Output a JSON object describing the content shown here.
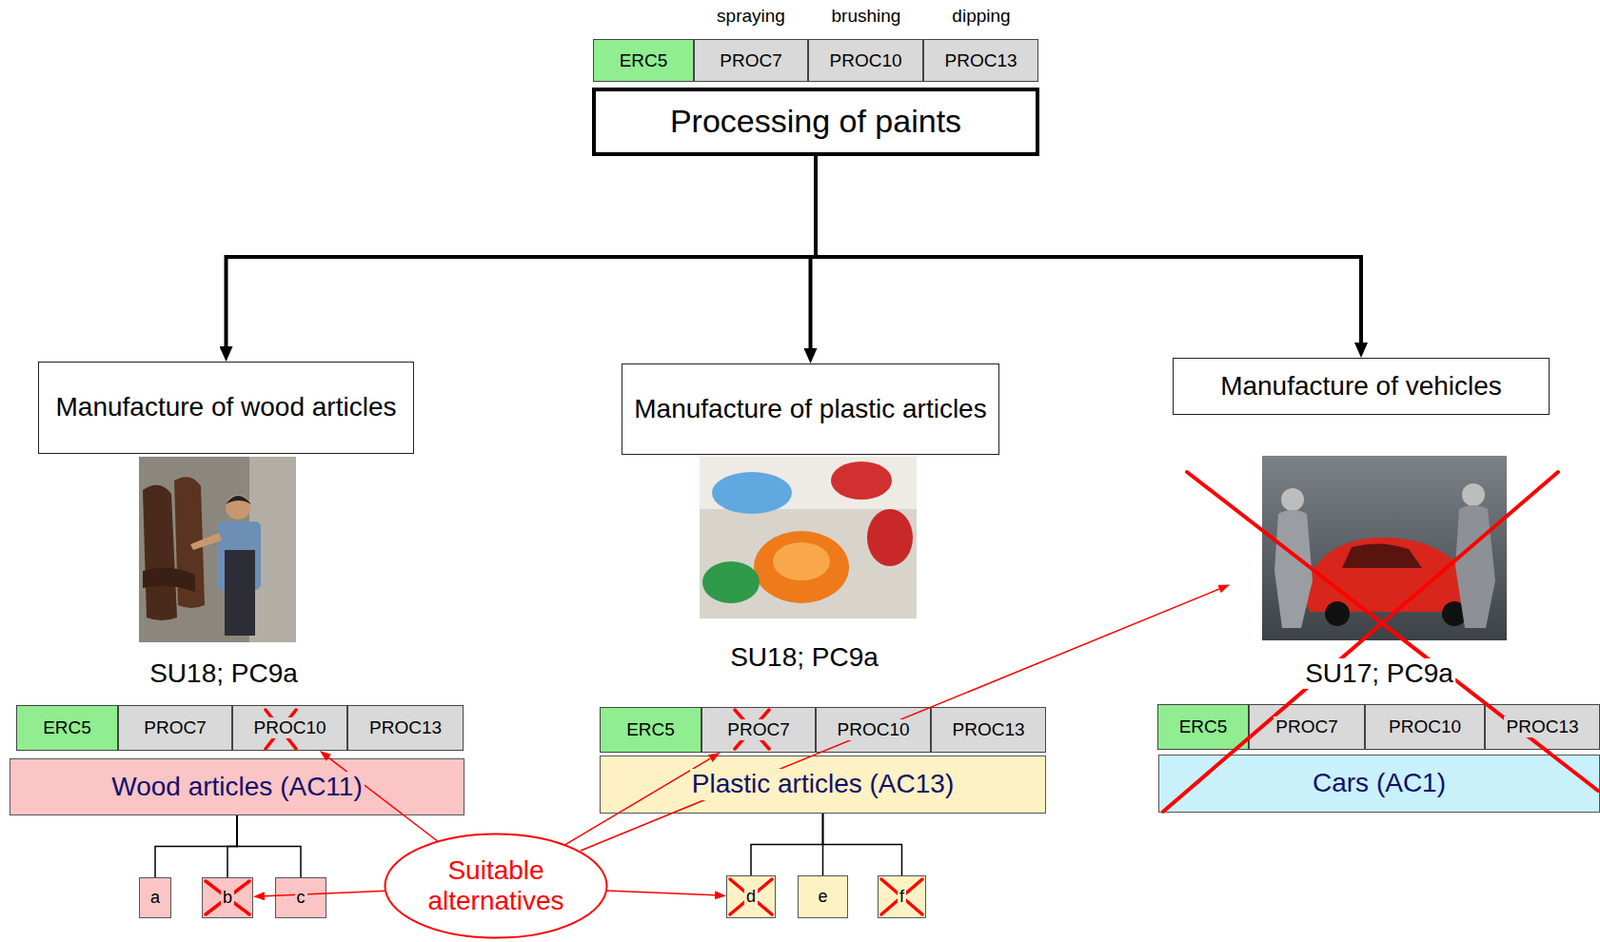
{
  "diagram": {
    "nodes": [
      {
        "text": [
          "ERC5"
        ]
      },
      {
        "text": [
          "PROC7"
        ]
      },
      {
        "text": [
          "PROC10"
        ]
      },
      {
        "text": [
          "PROC13"
        ]
      },
      {
        "text": [
          "Processing of paints"
        ]
      },
      {
        "text": [
          "Manufacture of wood articles"
        ]
      },
      {
        "text": [
          "Manufacture of plastic articles"
        ]
      },
      {
        "text": [
          "Manufacture of vehicles"
        ]
      },
      {
        "text": [
          "ERC5"
        ]
      },
      {
        "text": [
          "PROC7"
        ]
      },
      {
        "text": [
          "PROC10"
        ]
      },
      {
        "text": [
          "PROC13"
        ]
      },
      {
        "text": [
          "Wood articles (AC11)"
        ]
      },
      {
        "text": [
          "ERC5"
        ]
      },
      {
        "text": [
          "PROC7"
        ]
      },
      {
        "text": [
          "PROC10"
        ]
      },
      {
        "text": [
          "PROC13"
        ]
      },
      {
        "text": [
          "Plastic articles (AC13)"
        ]
      },
      {
        "text": [
          "ERC5"
        ]
      },
      {
        "text": [
          "PROC7"
        ]
      },
      {
        "text": [
          "PROC10"
        ]
      },
      {
        "text": [
          "PROC13"
        ]
      },
      {
        "text": [
          "Cars (AC1)"
        ]
      },
      {
        "text": [
          "a"
        ]
      },
      {
        "text": [
          "b"
        ]
      },
      {
        "text": [
          "c"
        ]
      },
      {
        "text": [
          "Suitable alternatives"
        ]
      },
      {
        "text": [
          "d"
        ]
      },
      {
        "text": [
          "e"
        ]
      },
      {
        "text": [
          "f"
        ]
      }
    ],
    "edges": [
      {
        "from": 4,
        "to": 5,
        "arrow": "to"
      },
      {
        "from": 4,
        "to": 6,
        "arrow": "to"
      },
      {
        "from": 4,
        "to": 7,
        "arrow": "to"
      },
      {
        "from": 12,
        "to": 23,
        "arrow": "none"
      },
      {
        "from": 12,
        "to": 24,
        "arrow": "none"
      },
      {
        "from": 12,
        "to": 25,
        "arrow": "none"
      },
      {
        "from": 17,
        "to": 27,
        "arrow": "none"
      },
      {
        "from": 17,
        "to": 28,
        "arrow": "none"
      },
      {
        "from": 17,
        "to": 29,
        "arrow": "none"
      },
      {
        "from": 26,
        "to": 10,
        "arrow": "to"
      },
      {
        "from": 26,
        "to": 24,
        "arrow": "to"
      },
      {
        "from": 26,
        "to": 14,
        "arrow": "to"
      },
      {
        "from": 26,
        "to": 27,
        "arrow": "to"
      }
    ],
    "labels": [
      "spraying",
      "brushing",
      "dipping",
      "SU18; PC9a",
      "SU18; PC9a",
      "SU17; PC9a"
    ]
  }
}
